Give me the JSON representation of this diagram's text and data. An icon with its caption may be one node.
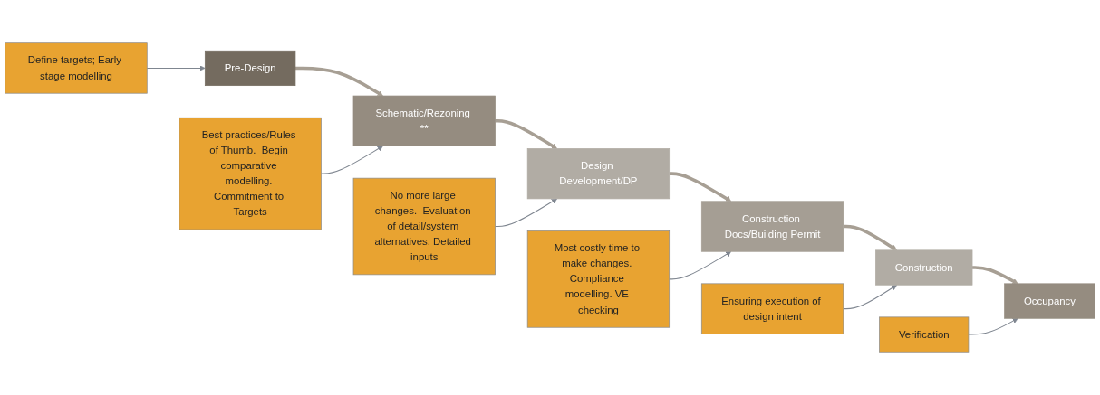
{
  "diagram": {
    "nodes": [
      {
        "text": [
          "Define targets; Early stage modelling"
        ]
      },
      {
        "text": [
          "No more large changes.  Evaluation of detail/system alternatives. Detailed inputs"
        ]
      },
      {
        "text": [
          "Ensuring execution of design intent"
        ]
      },
      {
        "text": [
          "Pre-Design"
        ]
      },
      {
        "text": [
          "Schematic/Rezoning **"
        ]
      },
      {
        "text": [
          "Design Development/DP"
        ]
      },
      {
        "text": [
          "Construction Docs/Building Permit"
        ]
      },
      {
        "text": [
          "Construction"
        ]
      },
      {
        "text": [
          "Occupancy"
        ]
      },
      {
        "text": [
          "Best practices/Rules of Thumb.  Begin comparative modelling. Commitment to Targets"
        ]
      },
      {
        "text": [
          "Most costly time to make changes. Compliance modelling. VE checking"
        ]
      },
      {
        "text": [
          "Verification"
        ]
      }
    ],
    "edges": [
      {
        "from": 3,
        "to": 4,
        "arrow": "to",
        "style": "thick",
        "color": "#a79f94"
      },
      {
        "from": 4,
        "to": 5,
        "arrow": "to",
        "style": "thick",
        "color": "#a79f94"
      },
      {
        "from": 5,
        "to": 6,
        "arrow": "to",
        "style": "thick",
        "color": "#a79f94"
      },
      {
        "from": 6,
        "to": 7,
        "arrow": "to",
        "style": "thick",
        "color": "#a79f94"
      },
      {
        "from": 7,
        "to": 8,
        "arrow": "to",
        "style": "thick",
        "color": "#a79f94"
      },
      {
        "from": 0,
        "to": 3,
        "arrow": "to"
      },
      {
        "from": 1,
        "to": 5,
        "arrow": "to"
      },
      {
        "from": 2,
        "to": 7,
        "arrow": "to"
      },
      {
        "from": 9,
        "to": 4,
        "arrow": "to"
      },
      {
        "from": 10,
        "to": 6,
        "arrow": "to"
      },
      {
        "from": 11,
        "to": 8,
        "arrow": "to"
      }
    ]
  }
}
